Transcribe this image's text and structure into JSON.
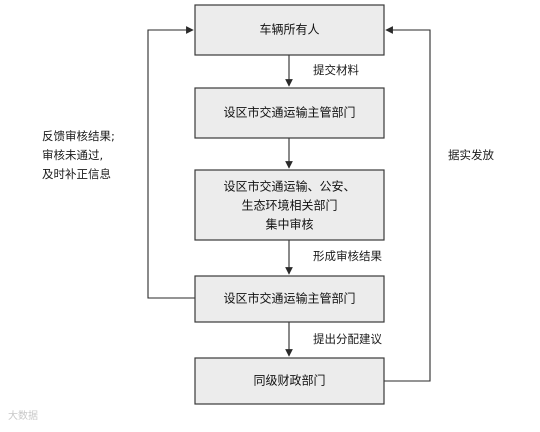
{
  "nodes": {
    "owner": "车辆所有人",
    "transport_dept": "设区市交通运输主管部门",
    "joint_review": [
      "设区市交通运输、公安、",
      "生态环境相关部门",
      "集中审核"
    ],
    "transport_dept_2": "设区市交通运输主管部门",
    "finance_dept": "同级财政部门"
  },
  "edges": {
    "submit_materials": "提交材料",
    "form_results": "形成审核结果",
    "propose_allocation": "提出分配建议",
    "feedback": [
      "反馈审核结果;",
      "审核未通过,",
      "及时补正信息"
    ],
    "issue_payment": "据实发放"
  },
  "watermark": "大数据"
}
